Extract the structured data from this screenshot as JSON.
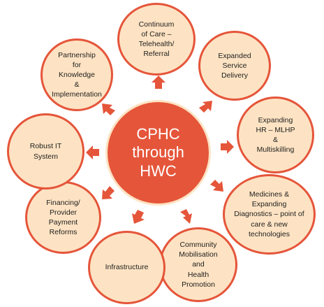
{
  "center": {
    "label": "CPHC\nthrough\nHWC"
  },
  "nodes": [
    {
      "label": "Continuum\nof Care –\nTelehealth/\nReferral"
    },
    {
      "label": "Expanded\nService\nDelivery"
    },
    {
      "label": "Expanding\nHR – MLHP\n&\nMultiskilling"
    },
    {
      "label": "Medicines &\nExpanding\nDiagnostics – point of\ncare & new\ntechnologies"
    },
    {
      "label": "Community\nMobilisation\nand\nHealth\nPromotion"
    },
    {
      "label": "Infrastructure"
    },
    {
      "label": "Financing/\nProvider\nPayment\nReforms"
    },
    {
      "label": "Robust IT\nSystem"
    },
    {
      "label": "Partnership\nfor\nKnowledge\n&\nImplementation"
    }
  ],
  "colors": {
    "accent": "#e5553a",
    "node_fill": "#fde3c3",
    "text": "#1e1e1e",
    "center_text": "#ffffff"
  }
}
